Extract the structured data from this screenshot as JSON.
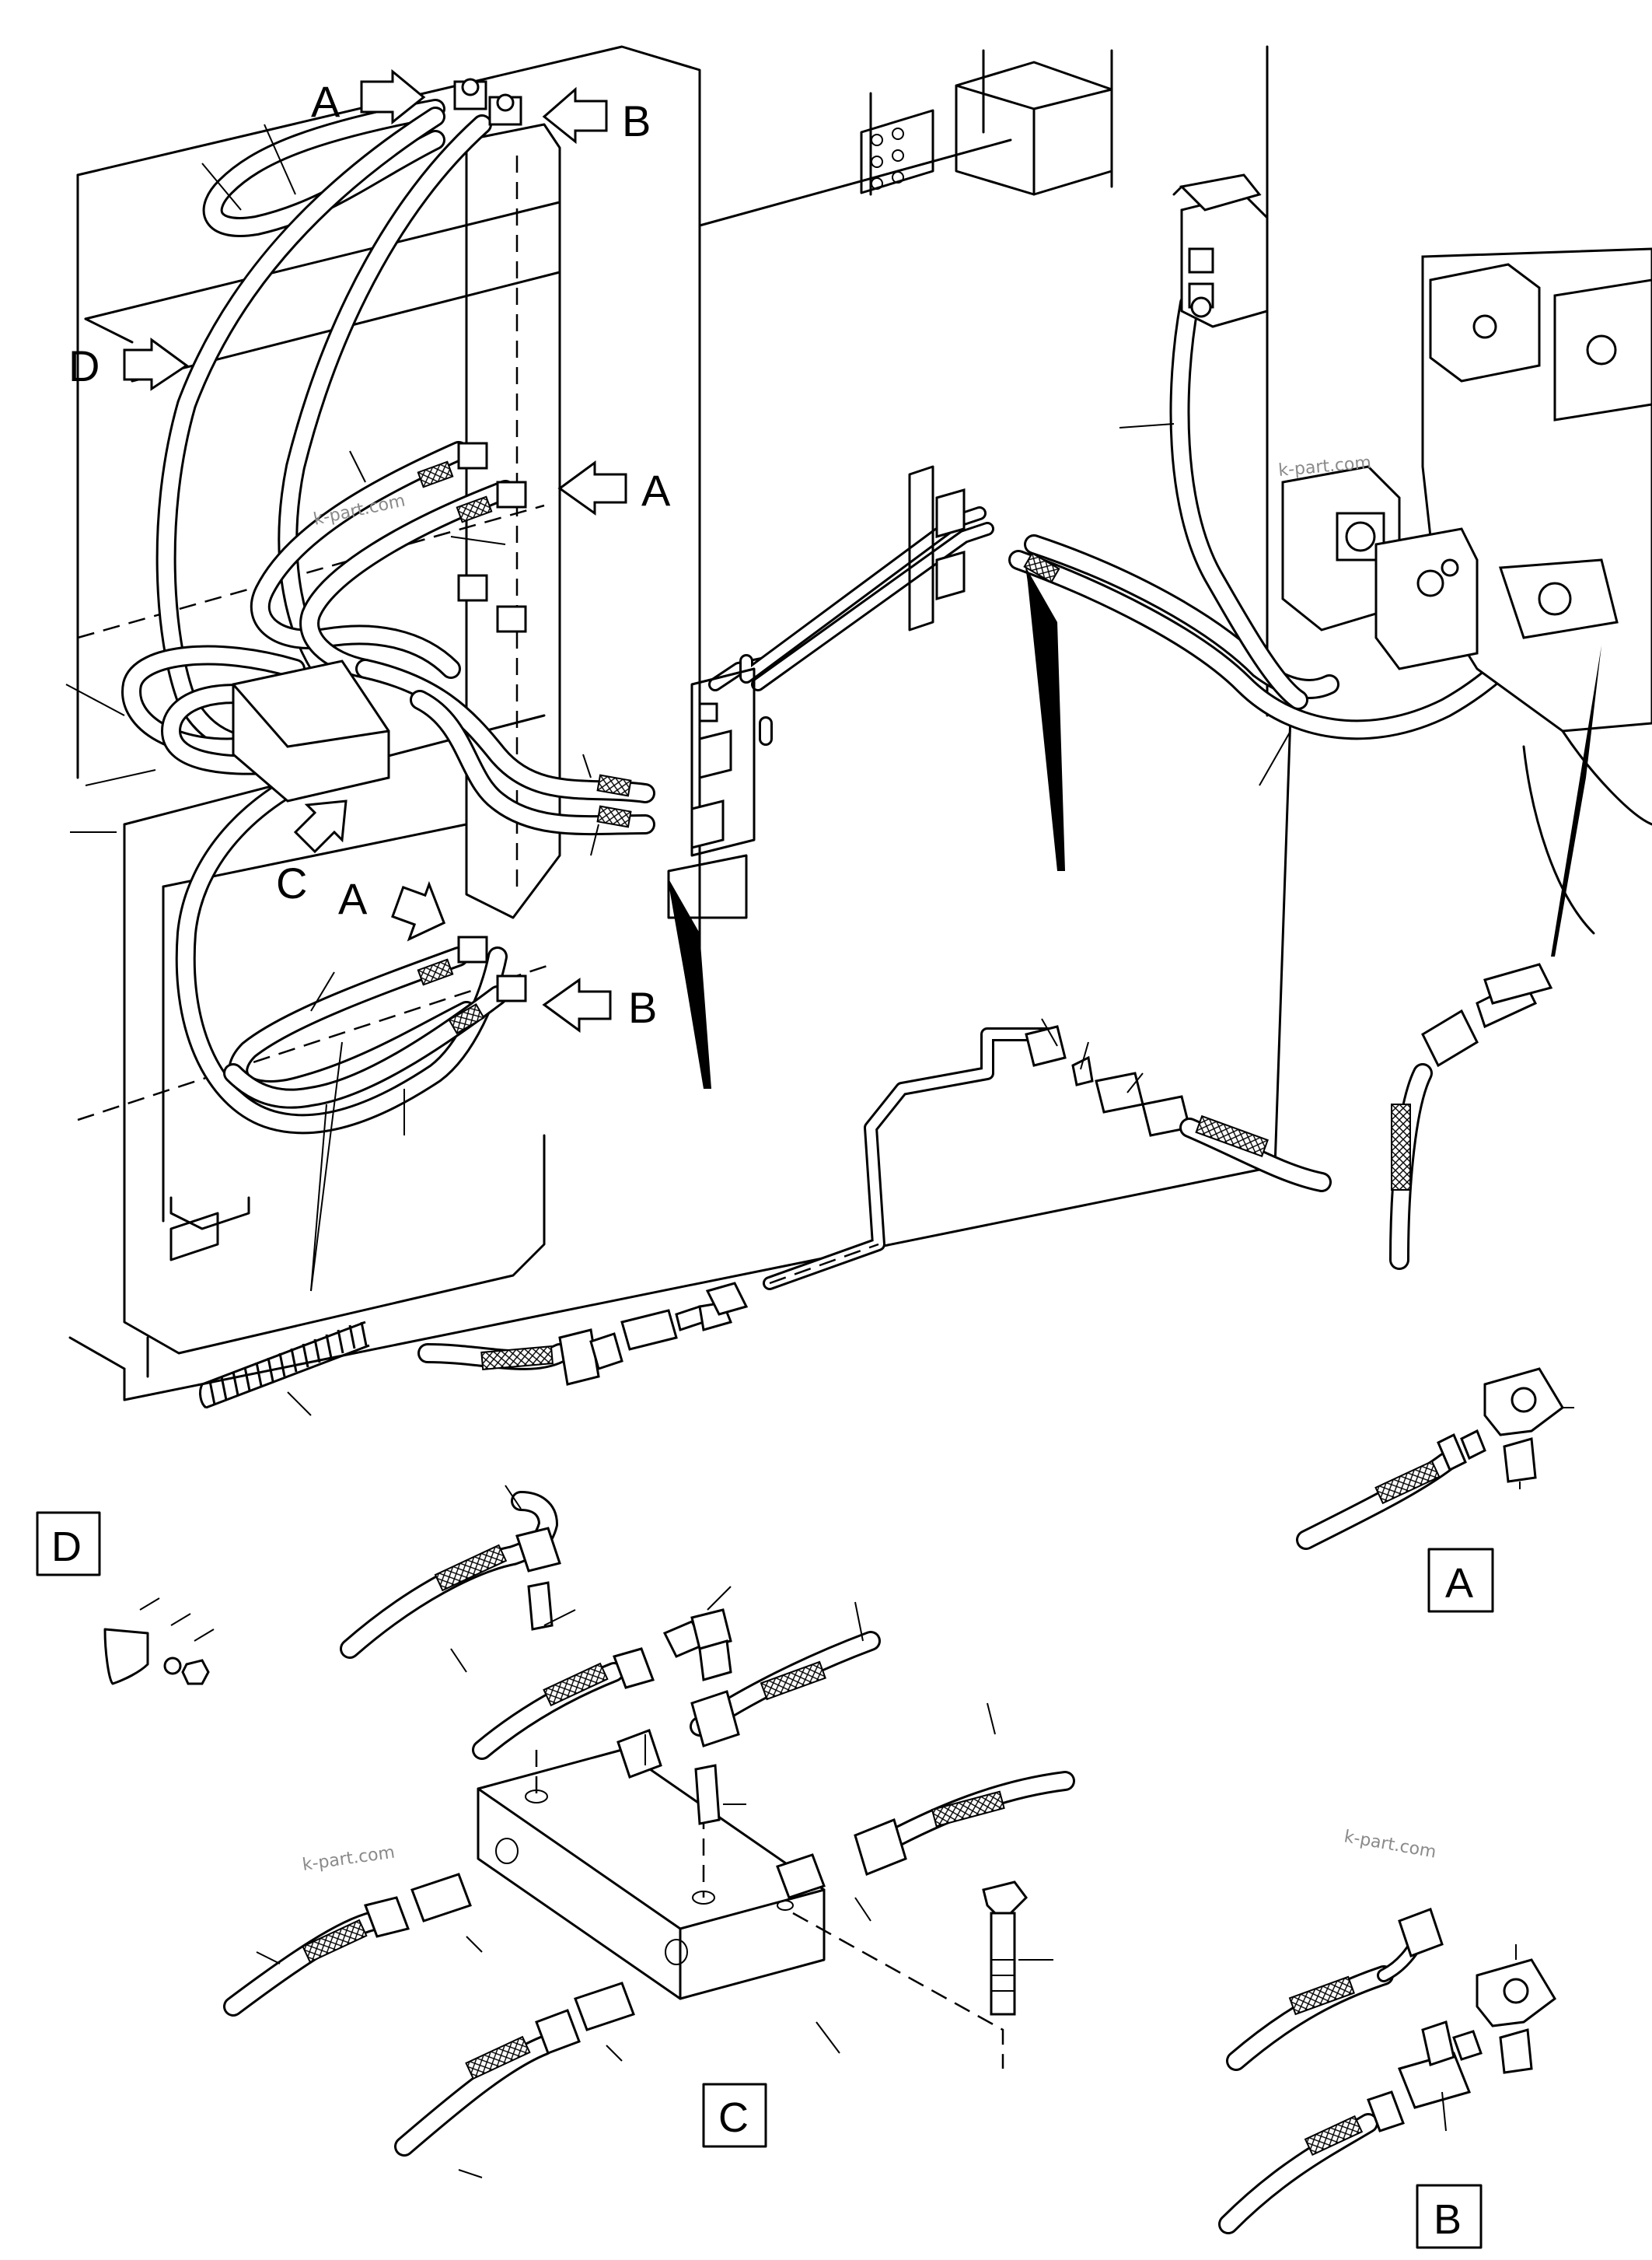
{
  "view_markers": {
    "a_top": "A",
    "b_top": "B",
    "d_side": "D",
    "a_mid": "A",
    "c_mid": "C",
    "a_low": "A",
    "b_low": "B"
  },
  "detail_boxes": {
    "d": "D",
    "a": "A",
    "c": "C",
    "b": "B"
  },
  "watermarks": [
    "k-part.com",
    "k-part.com",
    "k-part.com",
    "k-part.com"
  ],
  "colors": {
    "line": "#000000",
    "background": "#ffffff",
    "watermark": "#8a8a8a"
  }
}
